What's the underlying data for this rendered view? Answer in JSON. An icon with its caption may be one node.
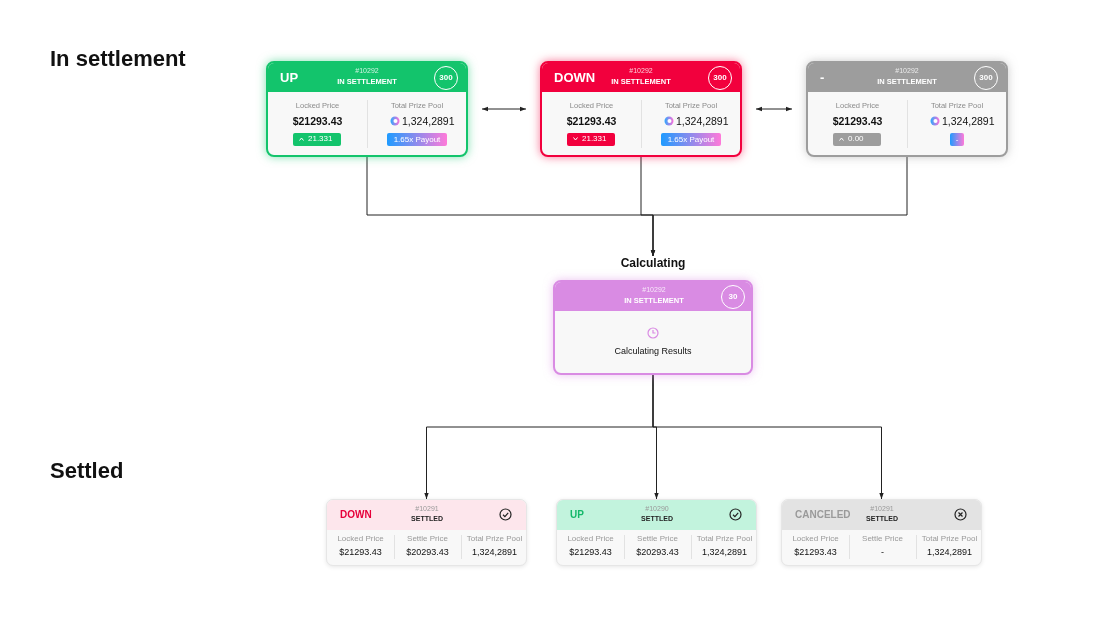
{
  "diagram": {
    "nodes": [
      {
        "text": [
          "UP",
          "#10292",
          "IN SETTLEMENT",
          "300",
          "Locked Price",
          "$21293.43",
          "Total Prize Pool",
          "1,324,2891",
          "21.331",
          "1.65x Payout"
        ]
      },
      {
        "text": [
          "DOWN",
          "#10292",
          "IN SETTLEMENT",
          "300",
          "Locked Price",
          "$21293.43",
          "Total Prize Pool",
          "1,324,2891",
          "21.331",
          "1.65x Payout"
        ]
      },
      {
        "text": [
          "-",
          "#10292",
          "IN SETTLEMENT",
          "300",
          "Locked Price",
          "$21293.43",
          "Total Prize Pool",
          "1,324,2891",
          "0.00",
          "-"
        ]
      },
      {
        "text": [
          "Calculating",
          "#10292",
          "IN SETTLEMENT",
          "30",
          "Calculating Results"
        ]
      },
      {
        "text": [
          "DOWN",
          "#10291",
          "SETTLED",
          "Locked Price",
          "$21293.43",
          "Settle Price",
          "$20293.43",
          "Total Prize Pool",
          "1,324,2891"
        ]
      },
      {
        "text": [
          "UP",
          "#10290",
          "SETTLED",
          "Locked Price",
          "$21293.43",
          "Settle Price",
          "$20293.43",
          "Total Prize Pool",
          "1,324,2891"
        ]
      },
      {
        "text": [
          "CANCELED",
          "#10291",
          "SETTLED",
          "Locked Price",
          "$21293.43",
          "Settle Price",
          "-",
          "Total Prize Pool",
          "1,324,2891"
        ]
      }
    ],
    "edges": [
      {
        "from": 0,
        "to": 1,
        "arrow": "both"
      },
      {
        "from": 1,
        "to": 2,
        "arrow": "both"
      },
      {
        "from": 0,
        "to": 3,
        "arrow": "to"
      },
      {
        "from": 1,
        "to": 3,
        "arrow": "to"
      },
      {
        "from": 2,
        "to": 3,
        "arrow": "to"
      },
      {
        "from": 3,
        "to": 4,
        "arrow": "to"
      },
      {
        "from": 3,
        "to": 5,
        "arrow": "to"
      },
      {
        "from": 3,
        "to": 6,
        "arrow": "to"
      }
    ],
    "labels": [
      "In settlement",
      "Settled"
    ]
  }
}
